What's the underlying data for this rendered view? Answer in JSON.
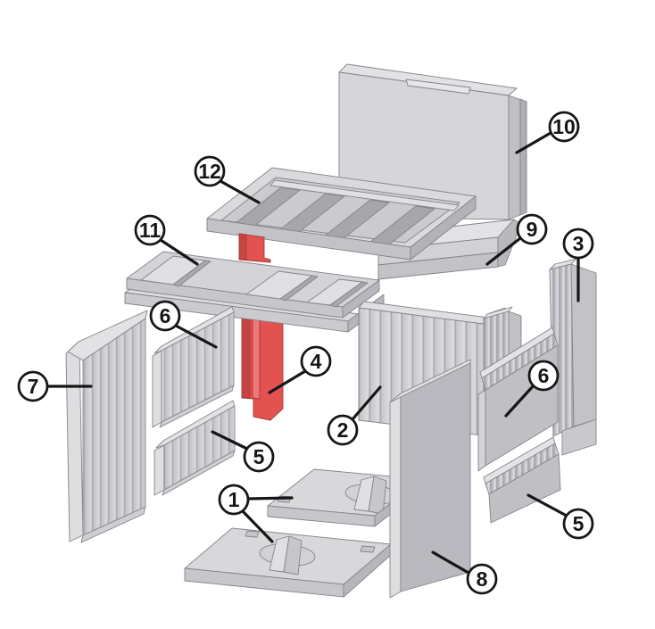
{
  "figure": {
    "kind": "exploded-parts-diagram",
    "background": "#ffffff"
  },
  "colors": {
    "highlight_fill": "#e25250",
    "highlight_shade": "#c64543",
    "highlight_light": "#ee7a78",
    "part_gray": "#d6d6d9",
    "part_gray_dark": "#bfbfc4",
    "outline_gray": "#84848a",
    "callout_ink": "#161616",
    "callout_fill": "#ffffff"
  },
  "callouts": [
    {
      "id": "callout-1",
      "label": "1"
    },
    {
      "id": "callout-2",
      "label": "2"
    },
    {
      "id": "callout-3",
      "label": "3"
    },
    {
      "id": "callout-4",
      "label": "4"
    },
    {
      "id": "callout-5-left",
      "label": "5"
    },
    {
      "id": "callout-5-right",
      "label": "5"
    },
    {
      "id": "callout-6-left",
      "label": "6"
    },
    {
      "id": "callout-6-right",
      "label": "6"
    },
    {
      "id": "callout-7",
      "label": "7"
    },
    {
      "id": "callout-8",
      "label": "8"
    },
    {
      "id": "callout-9",
      "label": "9"
    },
    {
      "id": "callout-10",
      "label": "10"
    },
    {
      "id": "callout-11",
      "label": "11"
    },
    {
      "id": "callout-12",
      "label": "12"
    }
  ]
}
